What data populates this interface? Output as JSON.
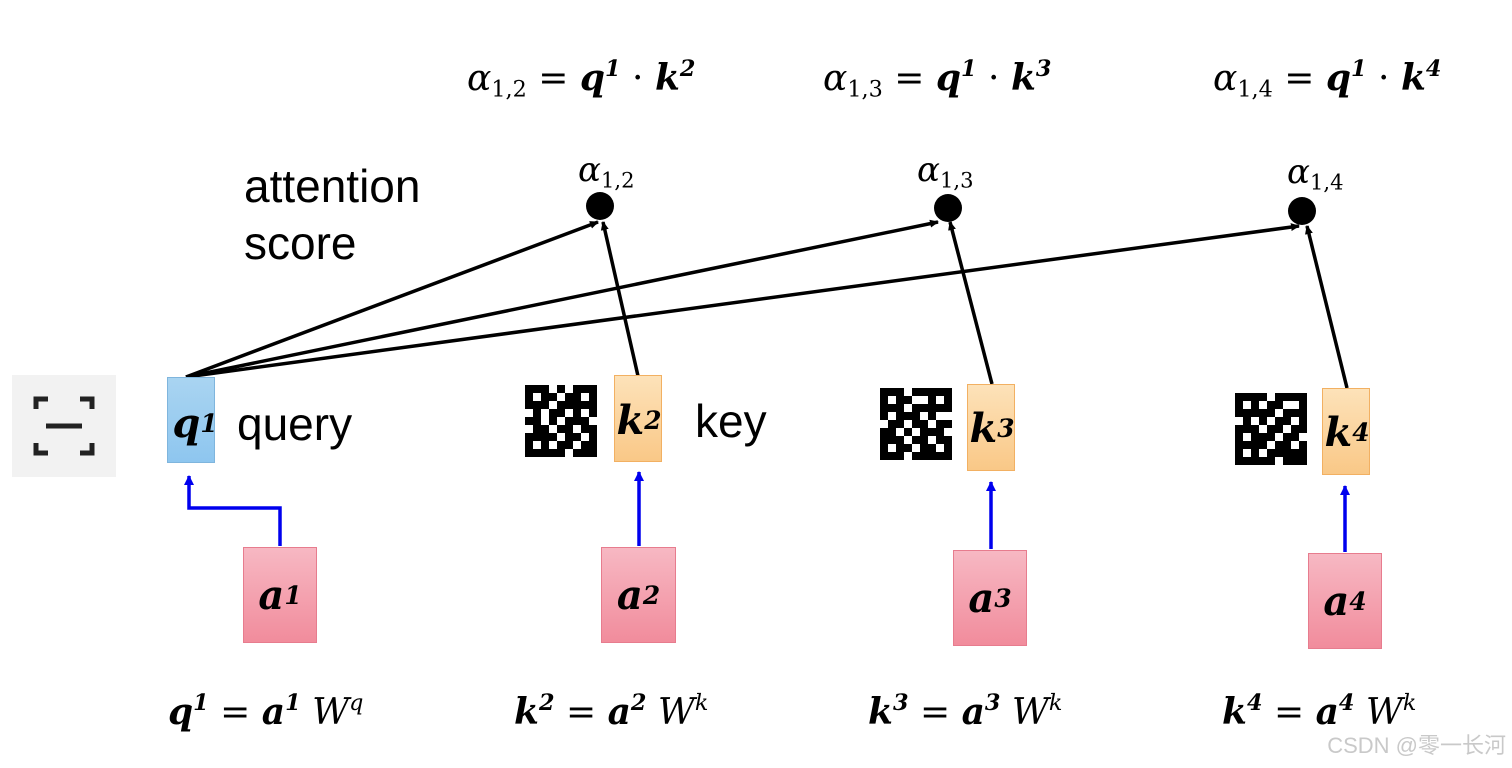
{
  "attention_label": {
    "line1": "attention",
    "line2": "score"
  },
  "query_label": "query",
  "key_label": "key",
  "top_formulas": [
    {
      "alpha": "α",
      "sub": "1,2",
      "eq": "=",
      "q": "q",
      "qsup": "1",
      "dot": "·",
      "k": "k",
      "ksup": "2"
    },
    {
      "alpha": "α",
      "sub": "1,3",
      "eq": "=",
      "q": "q",
      "qsup": "1",
      "dot": "·",
      "k": "k",
      "ksup": "3"
    },
    {
      "alpha": "α",
      "sub": "1,4",
      "eq": "=",
      "q": "q",
      "qsup": "1",
      "dot": "·",
      "k": "k",
      "ksup": "4"
    }
  ],
  "score_nodes": [
    {
      "alpha": "α",
      "sub": "1,2"
    },
    {
      "alpha": "α",
      "sub": "1,3"
    },
    {
      "alpha": "α",
      "sub": "1,4"
    }
  ],
  "vectors": {
    "q1": {
      "sym": "q",
      "sup": "1"
    },
    "k2": {
      "sym": "k",
      "sup": "2"
    },
    "k3": {
      "sym": "k",
      "sup": "3"
    },
    "k4": {
      "sym": "k",
      "sup": "4"
    },
    "a1": {
      "sym": "a",
      "sup": "1"
    },
    "a2": {
      "sym": "a",
      "sup": "2"
    },
    "a3": {
      "sym": "a",
      "sup": "3"
    },
    "a4": {
      "sym": "a",
      "sup": "4"
    }
  },
  "bottom_formulas": [
    {
      "lhs": "q",
      "lsup": "1",
      "eq": "=",
      "rhs": "a",
      "rsup": "1",
      "w": "W",
      "wsup": "q"
    },
    {
      "lhs": "k",
      "lsup": "2",
      "eq": "=",
      "rhs": "a",
      "rsup": "2",
      "w": "W",
      "wsup": "k"
    },
    {
      "lhs": "k",
      "lsup": "3",
      "eq": "=",
      "rhs": "a",
      "rsup": "3",
      "w": "W",
      "wsup": "k"
    },
    {
      "lhs": "k",
      "lsup": "4",
      "eq": "=",
      "rhs": "a",
      "rsup": "4",
      "w": "W",
      "wsup": "k"
    }
  ],
  "watermark": "CSDN @零一长河",
  "icons": [
    "scan-icon",
    "qr-code-icon"
  ],
  "colors": {
    "query_fill": "#8ec6ef",
    "key_fill": "#f9c887",
    "input_fill": "#f18c9c",
    "projection_arrow": "#0000ee",
    "score_arrow": "#000000"
  }
}
